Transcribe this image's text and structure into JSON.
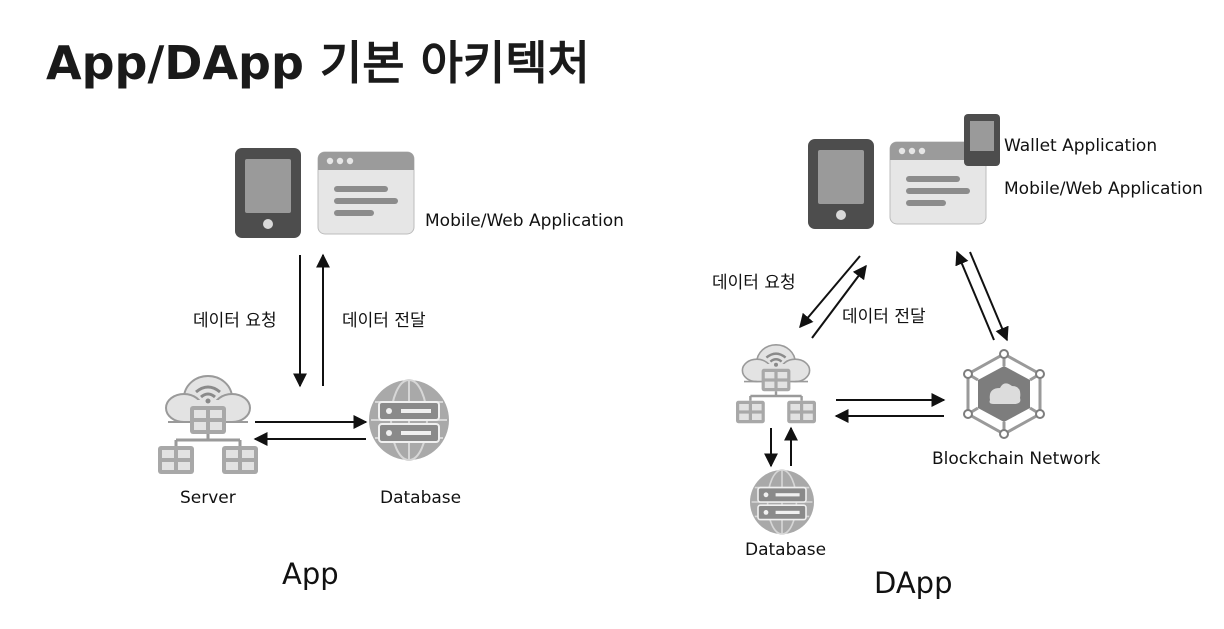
{
  "title": "App/DApp 기본 아키텍처",
  "app": {
    "client_label": "Mobile/Web Application",
    "request_label": "데이터 요청",
    "response_label": "데이터 전달",
    "server_label": "Server",
    "database_label": "Database",
    "caption": "App"
  },
  "dapp": {
    "wallet_label": "Wallet Application",
    "client_label": "Mobile/Web Application",
    "request_label": "데이터 요청",
    "response_label": "데이터 전달",
    "blockchain_label": "Blockchain Network",
    "database_label": "Database",
    "caption": "DApp"
  },
  "icons": {
    "phone": "smartphone-icon",
    "browser": "browser-window-icon",
    "server": "cloud-server-icon",
    "database": "database-globe-icon",
    "blockchain": "blockchain-network-icon",
    "wallet": "wallet-icon"
  }
}
